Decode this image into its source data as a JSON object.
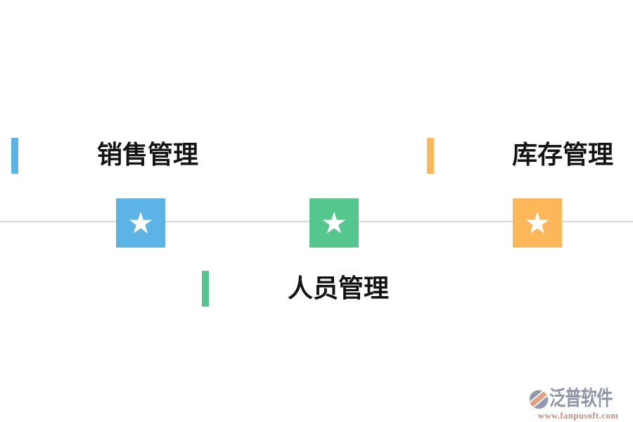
{
  "canvas": {
    "background": "#ffffff"
  },
  "timeline": {
    "divider_color": "#d8d8d8"
  },
  "modules": [
    {
      "label": "销售管理",
      "accent_color": "#5bb4e5",
      "icon": "star-icon",
      "position": "top-left"
    },
    {
      "label": "人员管理",
      "accent_color": "#55c78e",
      "icon": "star-icon",
      "position": "bottom-middle"
    },
    {
      "label": "库存管理",
      "accent_color": "#fcb75b",
      "icon": "star-icon",
      "position": "top-right"
    }
  ],
  "star_color": "#ffffff",
  "label_text_color": "#141414",
  "watermark": {
    "brand": "泛普软件",
    "url": "www.fanpusoft.com",
    "brand_color": "#8e95a6",
    "url_color": "#c68a7e",
    "icon_gray": "#9299aa",
    "icon_orange": "#e3a085"
  }
}
